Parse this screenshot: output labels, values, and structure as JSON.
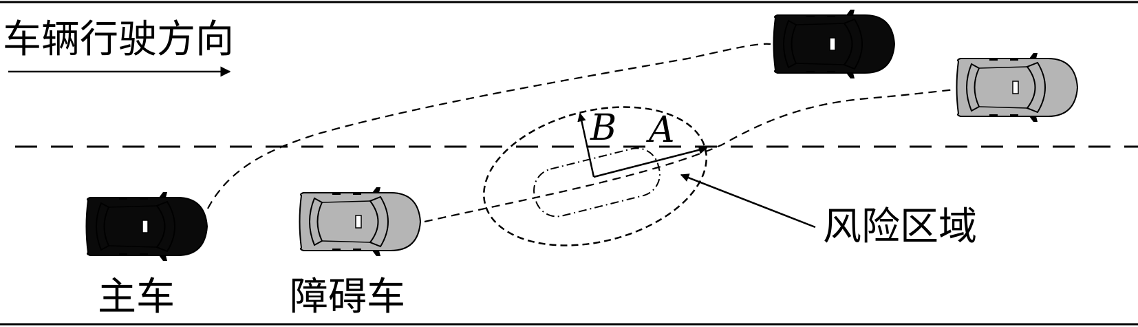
{
  "labels": {
    "direction": "车辆行驶方向",
    "ego_car": "主车",
    "obstacle_car": "障碍车",
    "risk_zone": "风险区域",
    "axis_a": "A",
    "axis_b": "B"
  },
  "colors": {
    "ego_car_fill": "#0a0a0a",
    "obstacle_car_fill": "#b5b5b5",
    "line": "#000000",
    "background": "#ffffff"
  }
}
